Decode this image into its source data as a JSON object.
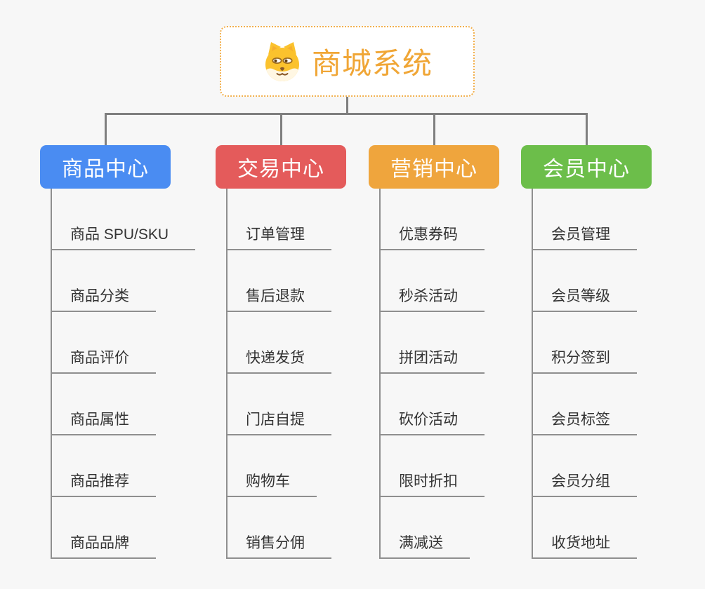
{
  "root": {
    "title": "商城系统",
    "icon": "dog-face-icon",
    "text_color": "#F0A636",
    "border_color": "#F2B04E",
    "background": "#FFFFFF"
  },
  "branches": [
    {
      "label": "商品中心",
      "color": "#4A8CF2",
      "children": [
        "商品 SPU/SKU",
        "商品分类",
        "商品评价",
        "商品属性",
        "商品推荐",
        "商品品牌"
      ]
    },
    {
      "label": "交易中心",
      "color": "#E45B5B",
      "children": [
        "订单管理",
        "售后退款",
        "快递发货",
        "门店自提",
        "购物车",
        "销售分佣"
      ]
    },
    {
      "label": "营销中心",
      "color": "#EFA53D",
      "children": [
        "优惠券码",
        "秒杀活动",
        "拼团活动",
        "砍价活动",
        "限时折扣",
        "满减送"
      ]
    },
    {
      "label": "会员中心",
      "color": "#6CBE4A",
      "children": [
        "会员管理",
        "会员等级",
        "积分签到",
        "会员标签",
        "会员分组",
        "收货地址"
      ]
    }
  ],
  "canvas_colors": {
    "background": "#F7F7F7",
    "connector": "#7F7F7F",
    "leaf_line": "#8F8F8F",
    "leaf_text": "#333333"
  }
}
